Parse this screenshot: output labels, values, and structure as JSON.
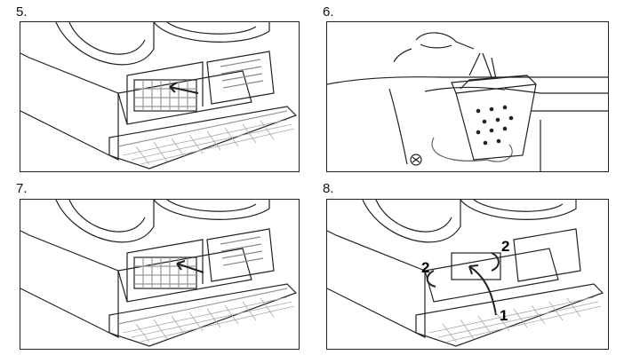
{
  "steps": [
    {
      "number": "5.",
      "illustration": "open-flap-pull-filter"
    },
    {
      "number": "6.",
      "illustration": "rinse-filter-under-tap"
    },
    {
      "number": "7.",
      "illustration": "reinsert-filter"
    },
    {
      "number": "8.",
      "illustration": "lock-filter-close-flap"
    }
  ],
  "step8_callouts": {
    "one": "1",
    "two_left": "2",
    "two_right": "2"
  },
  "colors": {
    "line": "#222222",
    "hatch": "#9a9a9a",
    "paper": "#ffffff"
  }
}
